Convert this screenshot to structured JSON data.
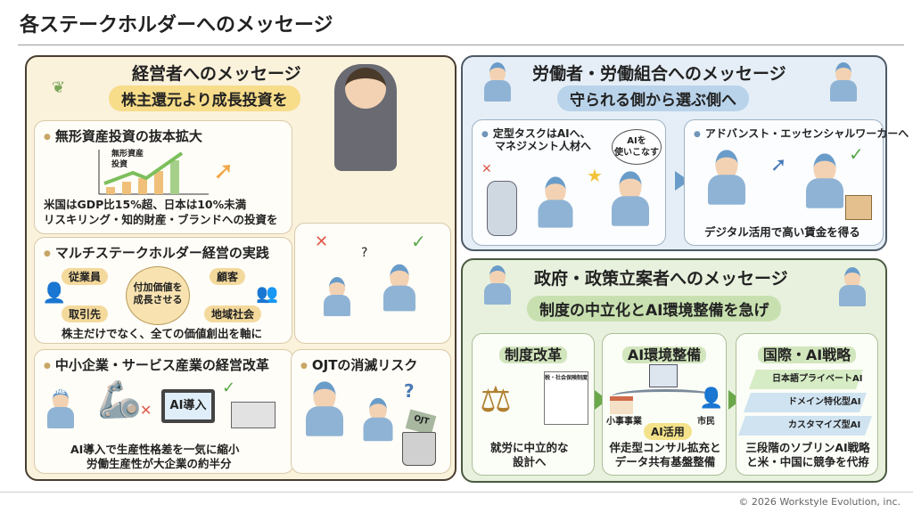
{
  "title": "各ステークホルダーへのメッセージ",
  "footer": {
    "copyright": "© 2026 Workstyle Evolution, inc."
  },
  "executives": {
    "title": "経営者へのメッセージ",
    "subtitle": "株主還元より成長投資を",
    "intangible": {
      "heading": "無形資産投資の抜本拡大",
      "chart_label": "無形資産\n投資",
      "lines": [
        "米国はGDP比15%超、日本は10%未満",
        "リスキリング・知的財産・ブランドへの投資を"
      ]
    },
    "multistakeholder": {
      "heading": "マルチステークホルダー経営の実践",
      "center": "付加価値を\n成長させる",
      "nodes": [
        "従業員",
        "顧客",
        "取引先",
        "地域社会"
      ],
      "caption": "株主だけでなく、全ての価値創出を軸に"
    },
    "sme": {
      "heading": "中小企業・サービス産業の経営改革",
      "badge": "SME",
      "screen": "AI導入",
      "lines": [
        "AI導入で生産性格差を一気に縮小",
        "労働生産性が大企業の約半分"
      ]
    },
    "ojt": {
      "heading": "OJTの消滅リスク",
      "book": "OJT"
    }
  },
  "workers": {
    "title": "労働者・労働組合へのメッセージ",
    "subtitle": "守られる側から選ぶ側へ",
    "left": {
      "heading_lines": [
        "定型タスクはAIへ、",
        "マネジメント人材へ"
      ],
      "bubble": "AIを\n使いこなす"
    },
    "right": {
      "heading": "アドバンスト・エッセンシャルワーカーへ",
      "caption": "デジタル活用で高い賃金を得る"
    }
  },
  "government": {
    "title": "政府・政策立案者へのメッセージ",
    "subtitle": "制度の中立化とAI環境整備を急げ",
    "cols": [
      {
        "heading": "制度改革",
        "doc": "税・社会保険制度",
        "caption": "就労に中立的な\n設計へ"
      },
      {
        "heading": "AI環境整備",
        "left_label": "小事事業",
        "right_label": "市民",
        "pill": "AI活用",
        "caption": "伴走型コンサル拡充と\nデータ共有基盤整備"
      },
      {
        "heading": "国際・AI戦略",
        "tiers": [
          "日本語プライベートAI",
          "ドメイン特化型AI",
          "カスタマイズ型AI"
        ],
        "caption": "三段階のソブリンAI戦略\nと米・中国に競争を代拵"
      }
    ]
  },
  "colors": {
    "left_bg": "#fbf2dc",
    "right_top_bg": "#e5eef6",
    "right_bottom_bg": "#e8f1dd",
    "band_yellow": "#f7dc8a",
    "band_blue": "#b9d3ea",
    "band_green": "#c8e0b0"
  }
}
